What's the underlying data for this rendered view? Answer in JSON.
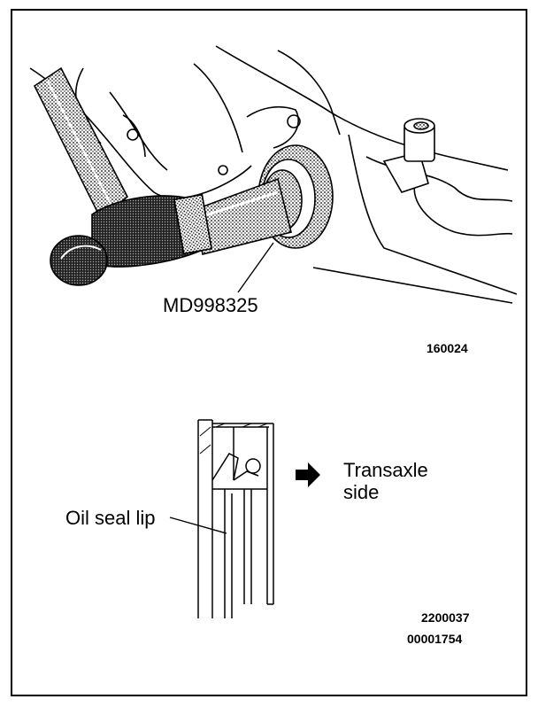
{
  "figure_top": {
    "tool_label": "MD998325",
    "figure_number": "160024"
  },
  "figure_bottom": {
    "lip_label": "Oil seal lip",
    "direction_label_line1": "Transaxle",
    "direction_label_line2": "side",
    "figure_number": "2200037",
    "document_number": "00001754"
  },
  "colors": {
    "ink": "#000000",
    "paper": "#ffffff",
    "shade": "#555555"
  }
}
